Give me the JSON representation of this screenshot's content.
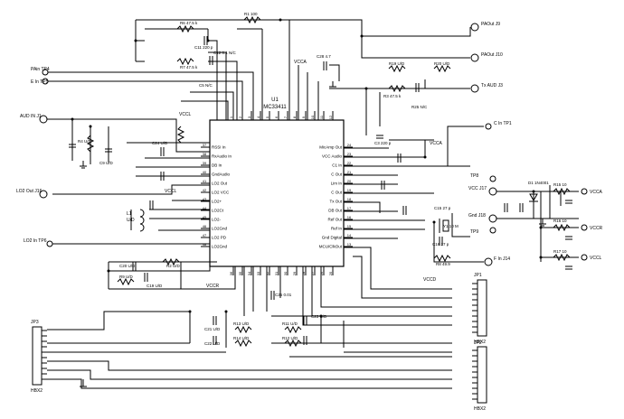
{
  "chip": {
    "ref": "U1",
    "part": "MC33411",
    "left_pins": [
      {
        "num": "37",
        "name": "RSSI In"
      },
      {
        "num": "38",
        "name": "RxAudio In"
      },
      {
        "num": "39",
        "name": "DB In"
      },
      {
        "num": "40",
        "name": "GndAudio"
      },
      {
        "num": "41",
        "name": "LO2 Out"
      },
      {
        "num": "42",
        "name": "LO2 VCC"
      },
      {
        "num": "43",
        "name": "LO2+"
      },
      {
        "num": "44",
        "name": "LO2Ct"
      },
      {
        "num": "45",
        "name": "LO2-"
      },
      {
        "num": "46",
        "name": "LO2Gnd"
      },
      {
        "num": "47",
        "name": "LO2 PD"
      },
      {
        "num": "48",
        "name": "LO2Gnd"
      }
    ],
    "right_pins": [
      {
        "num": "24",
        "name": "MicAmp Out"
      },
      {
        "num": "23",
        "name": "VCC Audio"
      },
      {
        "num": "22",
        "name": "C1 In"
      },
      {
        "num": "21",
        "name": "C Out"
      },
      {
        "num": "20",
        "name": "Lim In"
      },
      {
        "num": "19",
        "name": "C Out"
      },
      {
        "num": "18",
        "name": "Tx Out"
      },
      {
        "num": "17",
        "name": "DB Out"
      },
      {
        "num": "16",
        "name": "Ref Out"
      },
      {
        "num": "15",
        "name": "Ref In"
      },
      {
        "num": "14",
        "name": "Gnd Digital"
      },
      {
        "num": "13",
        "name": "MCU/ClkOut"
      }
    ],
    "top_pins": [
      "1",
      "2",
      "3",
      "4",
      "5",
      "6",
      "7",
      "8",
      "9",
      "10",
      "11",
      "12"
    ],
    "bottom_pins": [
      "36",
      "35",
      "34",
      "33",
      "32",
      "31",
      "30",
      "29",
      "28",
      "27",
      "26",
      "25"
    ]
  },
  "labels": {
    "pa_out_j9": "PAOut J9",
    "pa_out_j10": "PAOut J10",
    "tx_aud_j3": "Tx AUD J3",
    "pa_in_tp4": "PAin TP4",
    "e_in_tp5": "E In TP5",
    "aud_in_j1": "AUD IN J1",
    "lo2_out_j16": "LO2 Out J16",
    "lo2_in_tp6": "LO2 In TP6",
    "c_in_tp1": "C In TP1",
    "f_in_j14": "F In J14",
    "vcca": "VCCA",
    "vccr": "VCCR",
    "vccl": "VCCL",
    "vccd": "VCCD",
    "tp8": "TP8",
    "tp9": "TP9",
    "gnd_j18": "Gnd J18",
    "vcc_j17": "VCC J17"
  },
  "components": [
    {
      "ref": "R6",
      "value": "47.5 k"
    },
    {
      "ref": "R7",
      "value": "47.5 k"
    },
    {
      "ref": "R1",
      "value": "100"
    },
    {
      "ref": "C11",
      "value": "220 p"
    },
    {
      "ref": "C12",
      "value": "0.1 N/C"
    },
    {
      "ref": "C5",
      "value": "N/C"
    },
    {
      "ref": "C28",
      "value": "4.7"
    },
    {
      "ref": "R19",
      "value": "U/D"
    },
    {
      "ref": "R20",
      "value": "U/D"
    },
    {
      "ref": "R3",
      "value": "47.5 k"
    },
    {
      "ref": "R25",
      "value": "N/C"
    },
    {
      "ref": "C3",
      "value": "220 p"
    },
    {
      "ref": "R4",
      "value": "U/D"
    },
    {
      "ref": "C9",
      "value": "U/D"
    },
    {
      "ref": "L1",
      "value": "U/D"
    },
    {
      "ref": "Y1",
      "value": "10 M"
    },
    {
      "ref": "C15",
      "value": "27 p"
    },
    {
      "ref": "C16",
      "value": "27 p"
    },
    {
      "ref": "R8",
      "value": "49.9"
    },
    {
      "ref": "D1",
      "value": "1N4001"
    },
    {
      "ref": "R15",
      "value": "10"
    },
    {
      "ref": "R16",
      "value": "10"
    },
    {
      "ref": "R17",
      "value": "10"
    },
    {
      "ref": "R11",
      "value": "U/D"
    },
    {
      "ref": "R12",
      "value": "U/D"
    },
    {
      "ref": "R13",
      "value": "U/D"
    },
    {
      "ref": "R14",
      "value": "U/D"
    },
    {
      "ref": "C25",
      "value": "0.01"
    },
    {
      "ref": "C21",
      "value": "U/D"
    },
    {
      "ref": "C22",
      "value": "U/D"
    },
    {
      "ref": "C23",
      "value": "U/D"
    },
    {
      "ref": "C24",
      "value": "U/D"
    },
    {
      "ref": "C19",
      "value": "U/D"
    },
    {
      "ref": "C20",
      "value": "U/D"
    },
    {
      "ref": "R2",
      "value": "U/D"
    },
    {
      "ref": "R9",
      "value": "U/D"
    }
  ],
  "headers": {
    "left": "HBX2",
    "left_ref": "JP3",
    "right_top": "HBX2",
    "right_top_ref": "JP1",
    "right_bottom": "HBX2",
    "right_bottom_ref": "JP2"
  }
}
